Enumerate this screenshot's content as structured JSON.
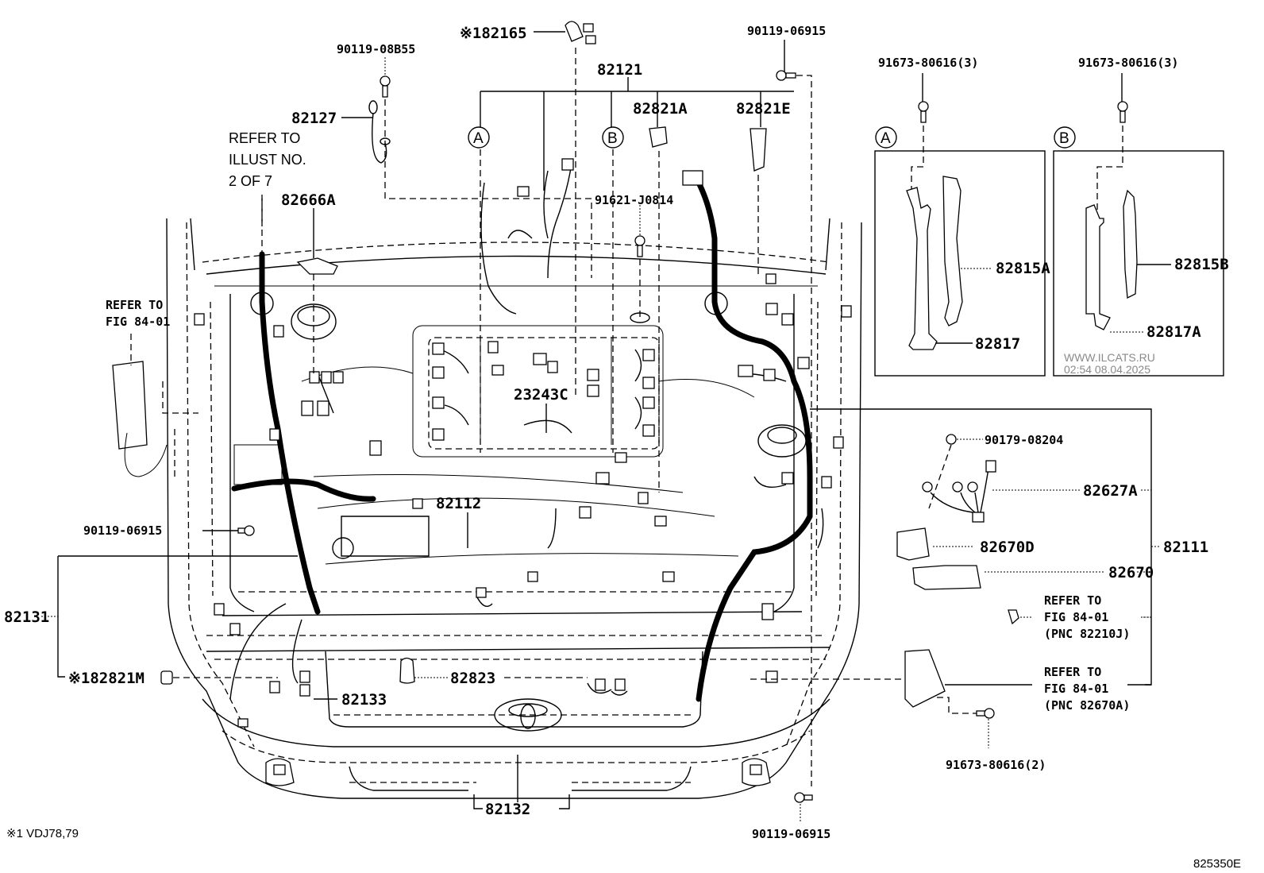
{
  "diagram": {
    "figure_code": "825350E",
    "footnote": "※1 VDJ78,79",
    "watermark": {
      "site": "WWW.ILCATS.RU",
      "timestamp": "02:54 08.04.2025"
    },
    "callouts": {
      "A": "A",
      "B": "B"
    },
    "labels": {
      "p82165": "※182165",
      "p90119_08B55": "90119-08B55",
      "p82121": "82121",
      "p90119_06915_top": "90119-06915",
      "p82821A": "82821A",
      "p82821E": "82821E",
      "p82127": "82127",
      "p82666A": "82666A",
      "p91621_J0814": "91621-J0814",
      "p23243C": "23243C",
      "p82112": "82112",
      "p90119_06915_left": "90119-06915",
      "p82131": "82131",
      "p82821M": "※182821M",
      "p82823": "82823",
      "p82133": "82133",
      "p82132": "82132",
      "p90119_06915_bottom": "90119-06915",
      "p91673_80616_A": "91673-80616(3)",
      "p91673_80616_B": "91673-80616(3)",
      "p82815A": "82815A",
      "p82817": "82817",
      "p82815B": "82815B",
      "p82817A": "82817A",
      "p90179_08204": "90179-08204",
      "p82627A": "82627A",
      "p82670D": "82670D",
      "p82670": "82670",
      "p82111": "82111",
      "p91673_80616_2": "91673-80616(2)"
    },
    "references": {
      "illust": [
        "REFER TO",
        "ILLUST NO.",
        "2 OF 7"
      ],
      "fig_left": [
        "REFER TO",
        "FIG 84-01"
      ],
      "fig_82210J": [
        "REFER TO",
        "FIG 84-01",
        "(PNC 82210J)"
      ],
      "fig_82670A": [
        "REFER TO",
        "FIG 84-01",
        "(PNC 82670A)"
      ]
    }
  }
}
